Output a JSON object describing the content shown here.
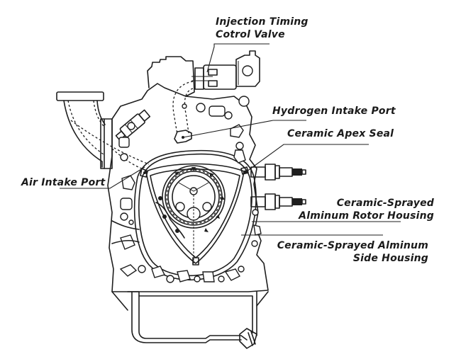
{
  "diagram": {
    "subject": "Hydrogen rotary engine cross-section",
    "labels": {
      "injection_valve": {
        "line1": "Injection Timing",
        "line2": "Cotrol Valve"
      },
      "hydrogen_port": {
        "text": "Hydrogen Intake Port"
      },
      "apex_seal": {
        "text": "Ceramic Apex Seal"
      },
      "air_port": {
        "text": "Air Intake Port"
      },
      "rotor_housing": {
        "line1": "Ceramic-Sprayed",
        "line2": "Alminum Rotor Housing"
      },
      "side_housing": {
        "line1": "Ceramic-Sprayed Alminum",
        "line2": "Side Housing"
      }
    },
    "colors": {
      "ink": "#1e1e1e",
      "background": "#ffffff"
    }
  }
}
